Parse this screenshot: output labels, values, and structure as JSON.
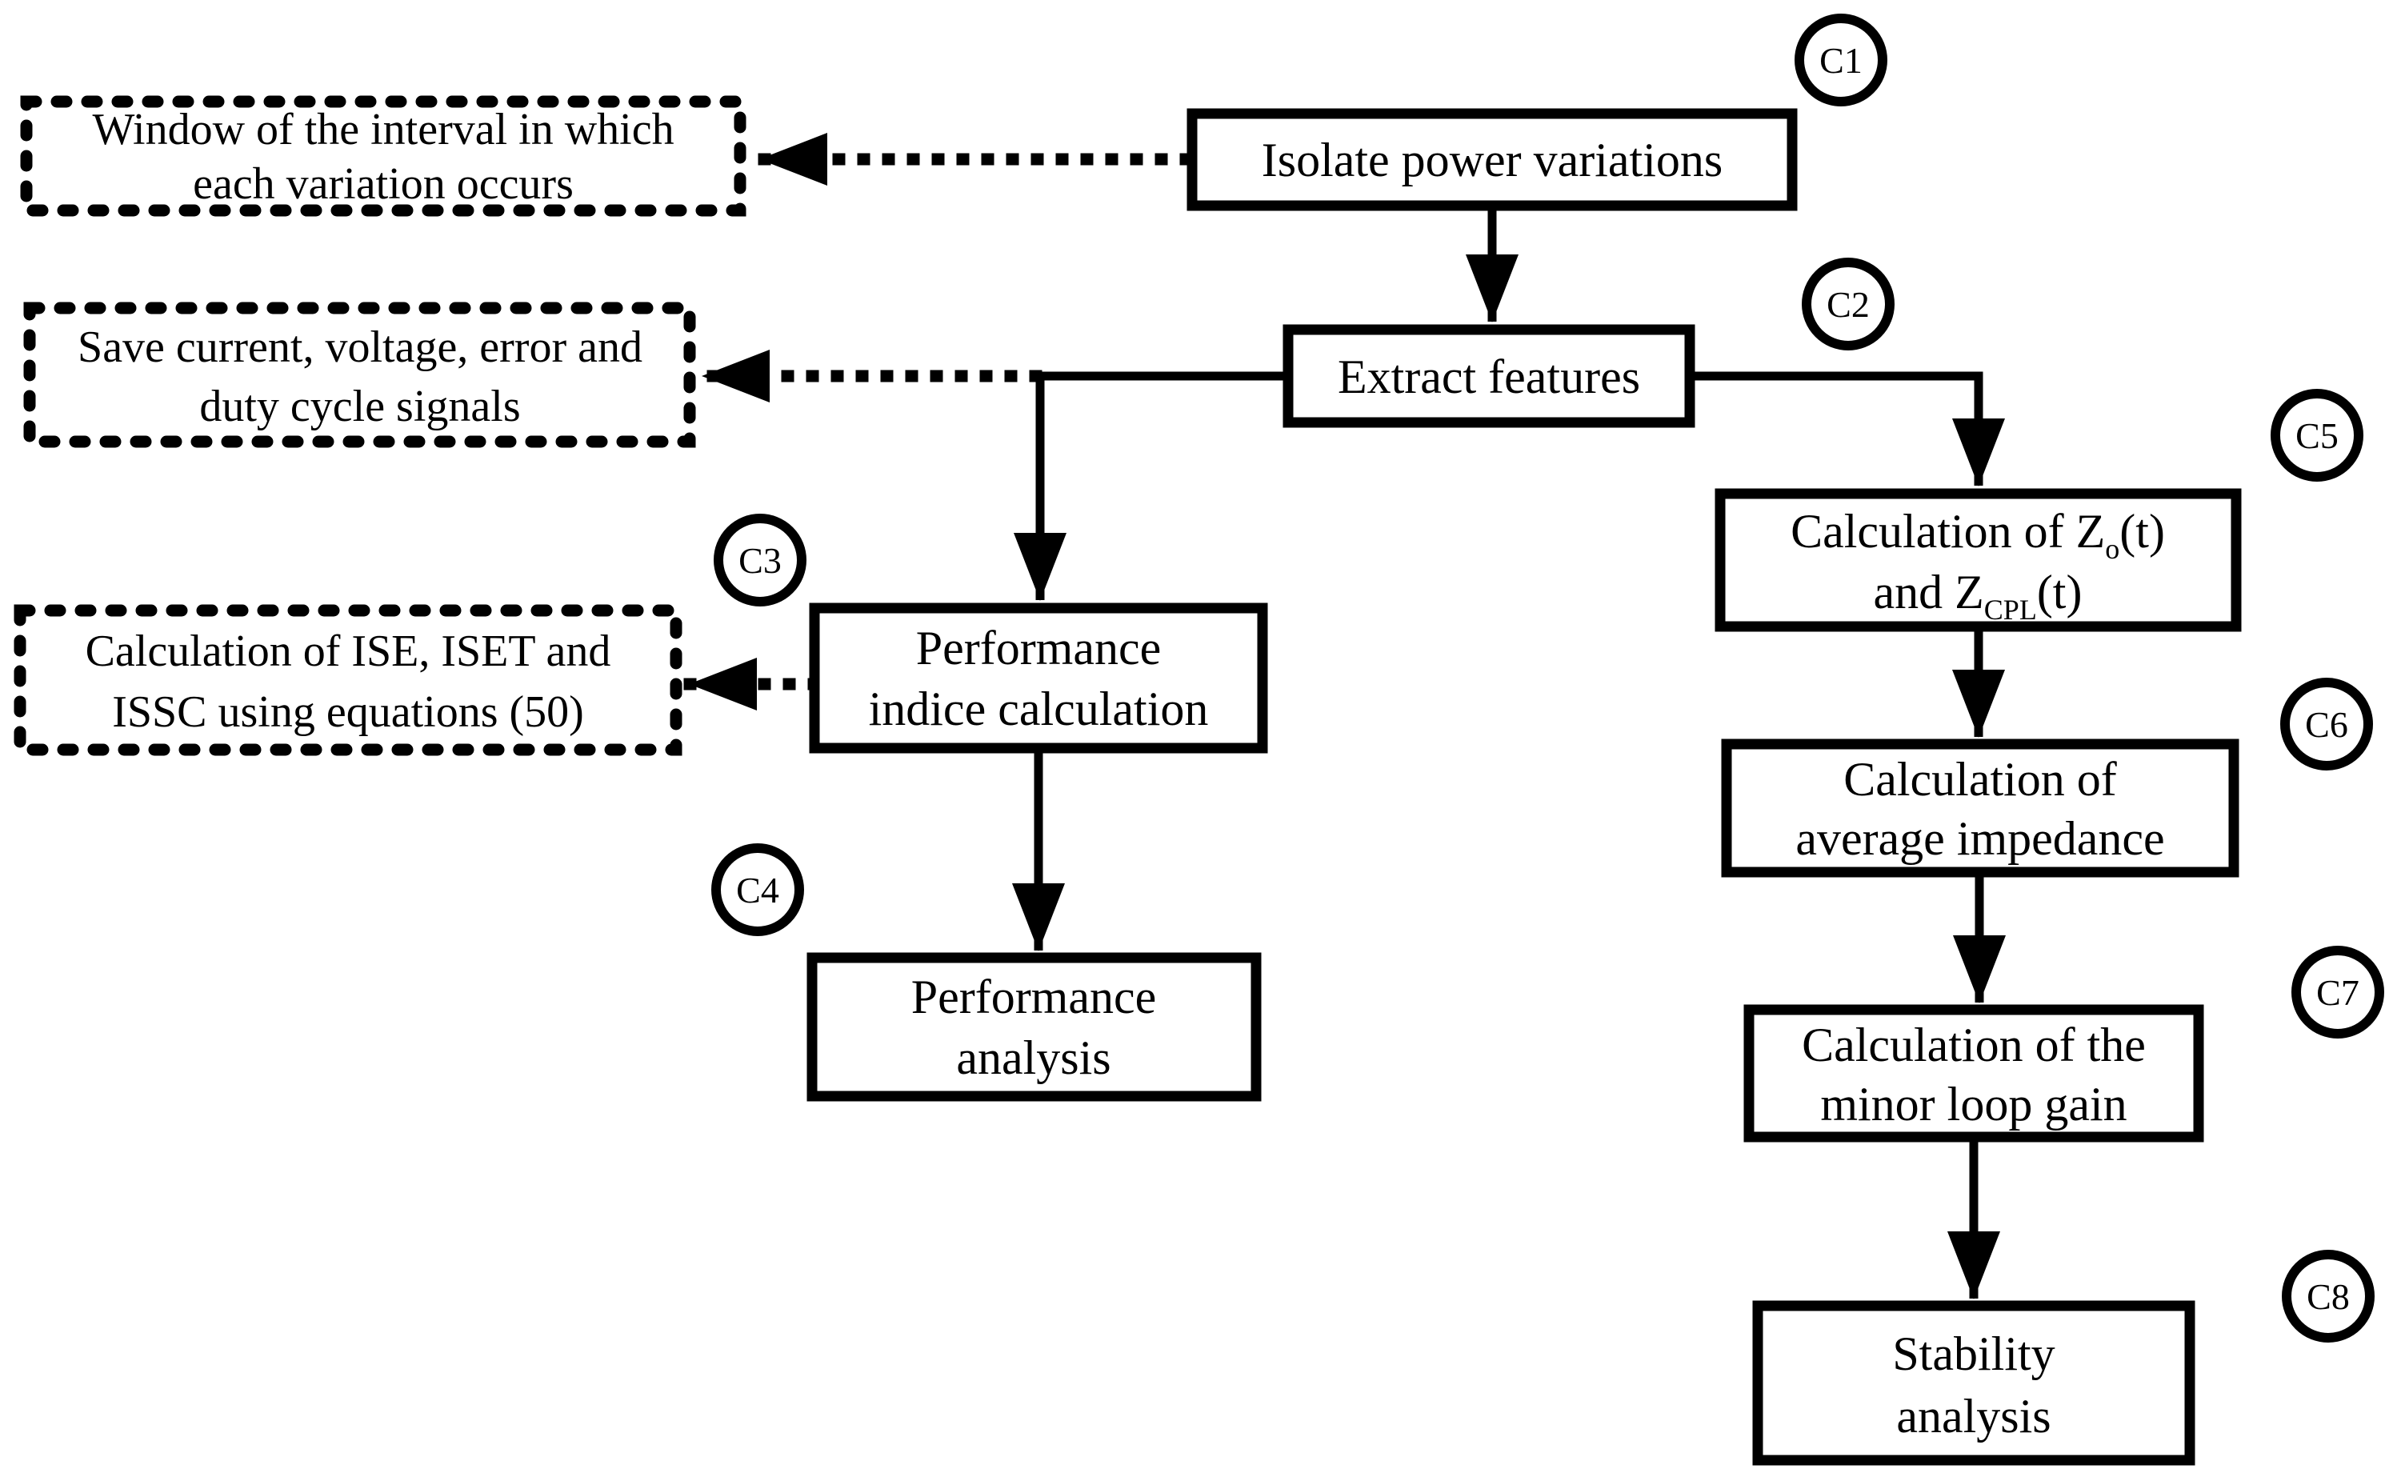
{
  "diagram": {
    "background": "#ffffff",
    "ink": "#000000"
  },
  "nodes": {
    "window_interval": {
      "lines": [
        "Window of the interval in which",
        "each variation occurs"
      ]
    },
    "save_signals": {
      "lines": [
        "Save current, voltage, error and",
        "duty cycle signals"
      ]
    },
    "calc_ise": {
      "lines": [
        "Calculation of ISE, ISET and",
        "ISSC using equations (50)"
      ]
    },
    "isolate": {
      "label": "Isolate power variations"
    },
    "extract": {
      "label": "Extract features"
    },
    "perf_indice": {
      "lines": [
        "Performance",
        "indice calculation"
      ]
    },
    "perf_analysis": {
      "lines": [
        "Performance",
        "analysis"
      ]
    },
    "zcpl": {
      "line1_pre": "Calculation of Z",
      "line1_sub": "o",
      "line1_post": "(t)",
      "line2_pre": "and Z",
      "line2_sub": "CPL",
      "line2_post": "(t)"
    },
    "avg_impedance": {
      "lines": [
        "Calculation of",
        "average impedance"
      ]
    },
    "minor_loop": {
      "lines": [
        "Calculation of the",
        "minor loop gain"
      ]
    },
    "stability": {
      "lines": [
        "Stability",
        "analysis"
      ]
    }
  },
  "badges": {
    "c1": "C1",
    "c2": "C2",
    "c3": "C3",
    "c4": "C4",
    "c5": "C5",
    "c6": "C6",
    "c7": "C7",
    "c8": "C8"
  }
}
